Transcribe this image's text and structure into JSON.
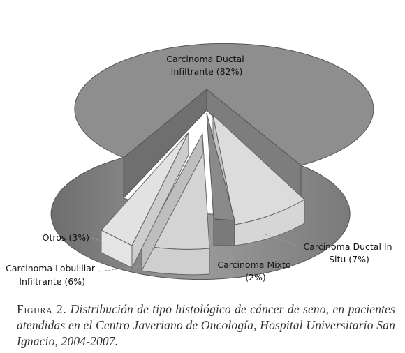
{
  "chart_data": {
    "type": "pie",
    "style": "3d-exploded",
    "slices": [
      {
        "label_lines": [
          "Carcinoma Ductal",
          "Infiltrante (82%)"
        ],
        "value": 82,
        "color": "#8e8e8e"
      },
      {
        "label_lines": [
          "Carcinoma Ductal In",
          "Situ (7%)"
        ],
        "value": 7,
        "color": "#dcdcdc"
      },
      {
        "label_lines": [
          "Carcinoma Mixto",
          "(2%)"
        ],
        "value": 2,
        "color": "#8a8a8a"
      },
      {
        "label_lines": [
          "Carcinoma Lobulillar",
          "Infiltrante (6%)"
        ],
        "value": 6,
        "color": "#cfcfcf"
      },
      {
        "label_lines": [
          "Otros (3%)"
        ],
        "value": 3,
        "color": "#e2e2e2"
      }
    ]
  },
  "caption": {
    "figure_label": "Figura 2.",
    "text": "Distribución de tipo histológico de cáncer de seno, en pacientes atendidas en el Centro Javeriano de Oncología, Hospital Universitario San Ignacio, 2004-2007."
  }
}
